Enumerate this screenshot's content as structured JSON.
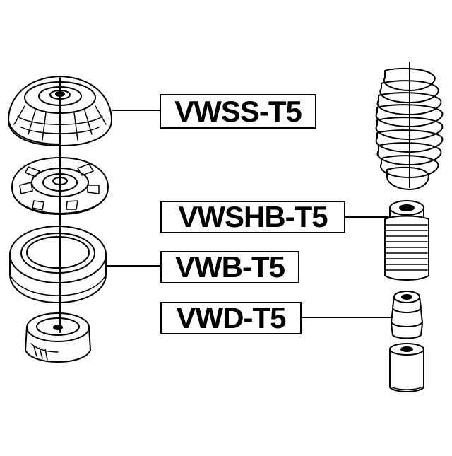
{
  "labels": {
    "strut_mount": "VWSS-T5",
    "shock_boot": "VWSHB-T5",
    "bearing": "VWB-T5",
    "bump_stop": "VWD-T5"
  }
}
